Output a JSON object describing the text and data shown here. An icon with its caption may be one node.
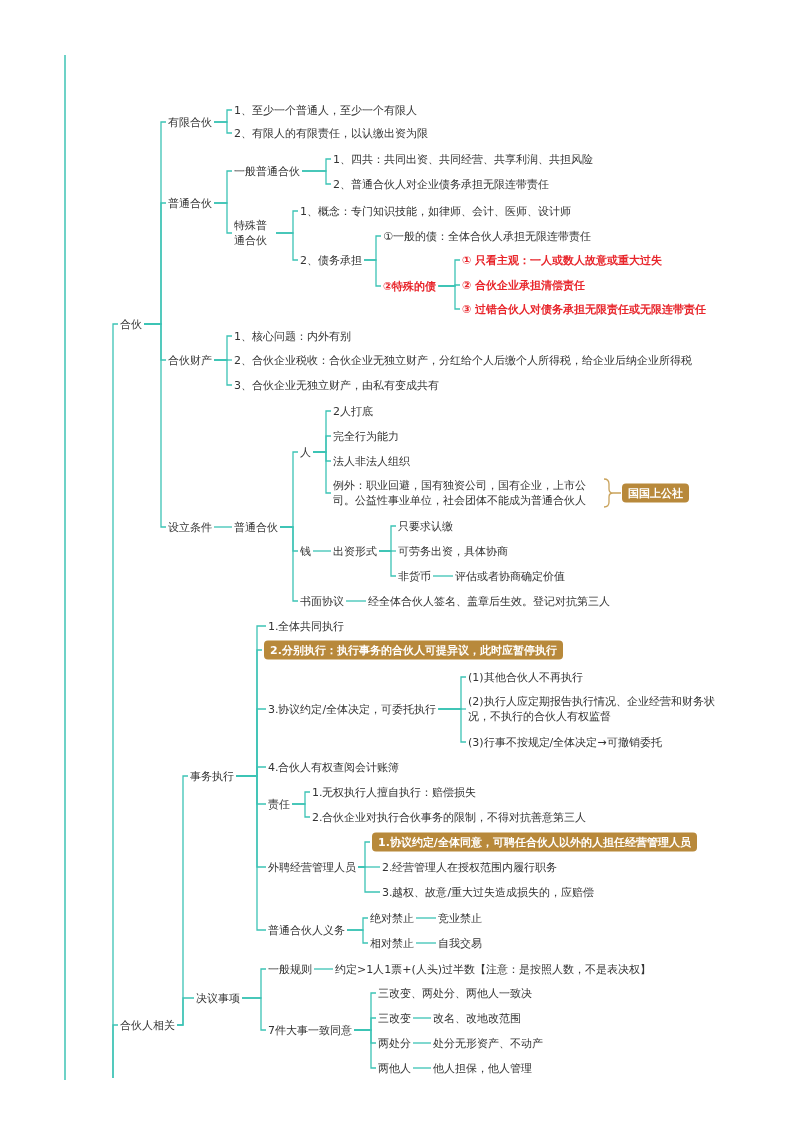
{
  "diagram": {
    "nodes": [
      {
        "text": [
          "合伙"
        ]
      },
      {
        "text": [
          "有限合伙"
        ]
      },
      {
        "text": [
          "1、至少一个普通人，至少一个有限人"
        ]
      },
      {
        "text": [
          "2、有限人的有限责任，以认缴出资为限"
        ]
      },
      {
        "text": [
          "普通合伙"
        ]
      },
      {
        "text": [
          "一般普通合伙"
        ]
      },
      {
        "text": [
          "1、四共：共同出资、共同经营、共享利润、共担风险"
        ]
      },
      {
        "text": [
          "2、普通合伙人对企业债务承担无限连带责任"
        ]
      },
      {
        "text": [
          "特殊普通合伙"
        ]
      },
      {
        "text": [
          "1、概念：专门知识技能，如律师、会计、医师、设计师"
        ]
      },
      {
        "text": [
          "2、债务承担"
        ]
      },
      {
        "text": [
          "①一般的债：全体合伙人承担无限连带责任"
        ]
      },
      {
        "text": [
          "②特殊的债"
        ]
      },
      {
        "text": [
          "① 只看主观：一人或数人故意或重大过失"
        ]
      },
      {
        "text": [
          "② 合伙企业承担清偿责任"
        ]
      },
      {
        "text": [
          "③ 过错合伙人对债务承担无限责任或无限连带责任"
        ]
      },
      {
        "text": [
          "合伙财产"
        ]
      },
      {
        "text": [
          "1、核心问题：内外有别"
        ]
      },
      {
        "text": [
          "2、合伙企业税收：合伙企业无独立财产，分红给个人后缴个人所得税，给企业后纳企业所得税"
        ]
      },
      {
        "text": [
          "3、合伙企业无独立财产，由私有变成共有"
        ]
      },
      {
        "text": [
          "设立条件"
        ]
      },
      {
        "text": [
          "普通合伙"
        ]
      },
      {
        "text": [
          "人"
        ]
      },
      {
        "text": [
          "2人打底"
        ]
      },
      {
        "text": [
          "完全行为能力"
        ]
      },
      {
        "text": [
          "法人非法人组织"
        ]
      },
      {
        "text": [
          "例外：职业回避，国有独资公司，国有企业，上市公司。公益性事业单位，社会团体不能成为普通合伙人"
        ]
      },
      {
        "text": [
          "国国上公社"
        ]
      },
      {
        "text": [
          "钱"
        ]
      },
      {
        "text": [
          "出资形式"
        ]
      },
      {
        "text": [
          "只要求认缴"
        ]
      },
      {
        "text": [
          "可劳务出资，具体协商"
        ]
      },
      {
        "text": [
          "非货币"
        ]
      },
      {
        "text": [
          "评估或者协商确定价值"
        ]
      },
      {
        "text": [
          "书面协议"
        ]
      },
      {
        "text": [
          "经全体合伙人签名、盖章后生效。登记对抗第三人"
        ]
      },
      {
        "text": [
          "合伙人相关"
        ]
      },
      {
        "text": [
          "事务执行"
        ]
      },
      {
        "text": [
          "1.全体共同执行"
        ]
      },
      {
        "text": [
          "2.分别执行：执行事务的合伙人可提异议，此时应暂停执行"
        ]
      },
      {
        "text": [
          "3.协议约定/全体决定，可委托执行"
        ]
      },
      {
        "text": [
          "(1)其他合伙人不再执行"
        ]
      },
      {
        "text": [
          "(2)执行人应定期报告执行情况、企业经营和财务状况，不执行的合伙人有权监督"
        ]
      },
      {
        "text": [
          "(3)行事不按规定/全体决定→可撤销委托"
        ]
      },
      {
        "text": [
          "4.合伙人有权查阅会计账簿"
        ]
      },
      {
        "text": [
          "责任"
        ]
      },
      {
        "text": [
          "1.无权执行人擅自执行：赔偿损失"
        ]
      },
      {
        "text": [
          "2.合伙企业对执行合伙事务的限制，不得对抗善意第三人"
        ]
      },
      {
        "text": [
          "外聘经营管理人员"
        ]
      },
      {
        "text": [
          "1.协议约定/全体同意，可聘任合伙人以外的人担任经营管理人员"
        ]
      },
      {
        "text": [
          "2.经营管理人在授权范围内履行职务"
        ]
      },
      {
        "text": [
          "3.越权、故意/重大过失造成损失的，应赔偿"
        ]
      },
      {
        "text": [
          "普通合伙人义务"
        ]
      },
      {
        "text": [
          "绝对禁止"
        ]
      },
      {
        "text": [
          "竞业禁止"
        ]
      },
      {
        "text": [
          "相对禁止"
        ]
      },
      {
        "text": [
          "自我交易"
        ]
      },
      {
        "text": [
          "决议事项"
        ]
      },
      {
        "text": [
          "一般规则"
        ]
      },
      {
        "text": [
          "约定>1人1票+(人头)过半数【注意：是按照人数，不是表决权】"
        ]
      },
      {
        "text": [
          "7件大事一致同意"
        ]
      },
      {
        "text": [
          "三改变、两处分、两他人一致决"
        ]
      },
      {
        "text": [
          "三改变"
        ]
      },
      {
        "text": [
          "改名、改地改范围"
        ]
      },
      {
        "text": [
          "两处分"
        ]
      },
      {
        "text": [
          "处分无形资产、不动产"
        ]
      },
      {
        "text": [
          "两他人"
        ]
      },
      {
        "text": [
          "他人担保，他人管理"
        ]
      }
    ],
    "edges": [
      {
        "from": null,
        "to": 0,
        "arrow": "none"
      },
      {
        "from": 0,
        "to": 1,
        "arrow": "none"
      },
      {
        "from": 1,
        "to": 2,
        "arrow": "none"
      },
      {
        "from": 1,
        "to": 3,
        "arrow": "none"
      },
      {
        "from": 0,
        "to": 4,
        "arrow": "none"
      },
      {
        "from": 4,
        "to": 5,
        "arrow": "none"
      },
      {
        "from": 5,
        "to": 6,
        "arrow": "none"
      },
      {
        "from": 5,
        "to": 7,
        "arrow": "none"
      },
      {
        "from": 4,
        "to": 8,
        "arrow": "none"
      },
      {
        "from": 8,
        "to": 9,
        "arrow": "none"
      },
      {
        "from": 8,
        "to": 10,
        "arrow": "none"
      },
      {
        "from": 10,
        "to": 11,
        "arrow": "none"
      },
      {
        "from": 10,
        "to": 12,
        "arrow": "none"
      },
      {
        "from": 12,
        "to": 13,
        "arrow": "none"
      },
      {
        "from": 12,
        "to": 14,
        "arrow": "none"
      },
      {
        "from": 12,
        "to": 15,
        "arrow": "none"
      },
      {
        "from": 0,
        "to": 16,
        "arrow": "none"
      },
      {
        "from": 16,
        "to": 17,
        "arrow": "none"
      },
      {
        "from": 16,
        "to": 18,
        "arrow": "none"
      },
      {
        "from": 16,
        "to": 19,
        "arrow": "none"
      },
      {
        "from": 0,
        "to": 20,
        "arrow": "none"
      },
      {
        "from": 20,
        "to": 21,
        "arrow": "none"
      },
      {
        "from": 21,
        "to": 22,
        "arrow": "none"
      },
      {
        "from": 22,
        "to": 23,
        "arrow": "none"
      },
      {
        "from": 22,
        "to": 24,
        "arrow": "none"
      },
      {
        "from": 22,
        "to": 25,
        "arrow": "none"
      },
      {
        "from": 22,
        "to": 26,
        "arrow": "none"
      },
      {
        "from": 26,
        "to": 27,
        "arrow": "none",
        "color": "#c9a25a"
      },
      {
        "from": 21,
        "to": 28,
        "arrow": "none"
      },
      {
        "from": 28,
        "to": 29,
        "arrow": "none"
      },
      {
        "from": 29,
        "to": 30,
        "arrow": "none"
      },
      {
        "from": 29,
        "to": 31,
        "arrow": "none"
      },
      {
        "from": 29,
        "to": 32,
        "arrow": "none"
      },
      {
        "from": 32,
        "to": 33,
        "arrow": "none"
      },
      {
        "from": 21,
        "to": 34,
        "arrow": "none"
      },
      {
        "from": 34,
        "to": 35,
        "arrow": "none"
      },
      {
        "from": null,
        "to": 36,
        "arrow": "none"
      },
      {
        "from": 36,
        "to": 37,
        "arrow": "none"
      },
      {
        "from": 37,
        "to": 38,
        "arrow": "none"
      },
      {
        "from": 37,
        "to": 39,
        "arrow": "none"
      },
      {
        "from": 37,
        "to": 40,
        "arrow": "none"
      },
      {
        "from": 40,
        "to": 41,
        "arrow": "none"
      },
      {
        "from": 40,
        "to": 42,
        "arrow": "none"
      },
      {
        "from": 40,
        "to": 43,
        "arrow": "none"
      },
      {
        "from": 37,
        "to": 44,
        "arrow": "none"
      },
      {
        "from": 37,
        "to": 45,
        "arrow": "none"
      },
      {
        "from": 45,
        "to": 46,
        "arrow": "none"
      },
      {
        "from": 45,
        "to": 47,
        "arrow": "none"
      },
      {
        "from": 37,
        "to": 48,
        "arrow": "none"
      },
      {
        "from": 48,
        "to": 49,
        "arrow": "none"
      },
      {
        "from": 48,
        "to": 50,
        "arrow": "none"
      },
      {
        "from": 48,
        "to": 51,
        "arrow": "none"
      },
      {
        "from": 37,
        "to": 52,
        "arrow": "none"
      },
      {
        "from": 52,
        "to": 53,
        "arrow": "none"
      },
      {
        "from": 53,
        "to": 54,
        "arrow": "none"
      },
      {
        "from": 52,
        "to": 55,
        "arrow": "none"
      },
      {
        "from": 55,
        "to": 56,
        "arrow": "none"
      },
      {
        "from": 36,
        "to": 57,
        "arrow": "none"
      },
      {
        "from": 57,
        "to": 58,
        "arrow": "none"
      },
      {
        "from": 58,
        "to": 59,
        "arrow": "none"
      },
      {
        "from": 57,
        "to": 60,
        "arrow": "none"
      },
      {
        "from": 60,
        "to": 61,
        "arrow": "none"
      },
      {
        "from": 60,
        "to": 62,
        "arrow": "none"
      },
      {
        "from": 62,
        "to": 63,
        "arrow": "none"
      },
      {
        "from": 60,
        "to": 64,
        "arrow": "none"
      },
      {
        "from": 64,
        "to": 65,
        "arrow": "none"
      },
      {
        "from": 60,
        "to": 66,
        "arrow": "none"
      },
      {
        "from": 66,
        "to": 67,
        "arrow": "none"
      }
    ]
  }
}
